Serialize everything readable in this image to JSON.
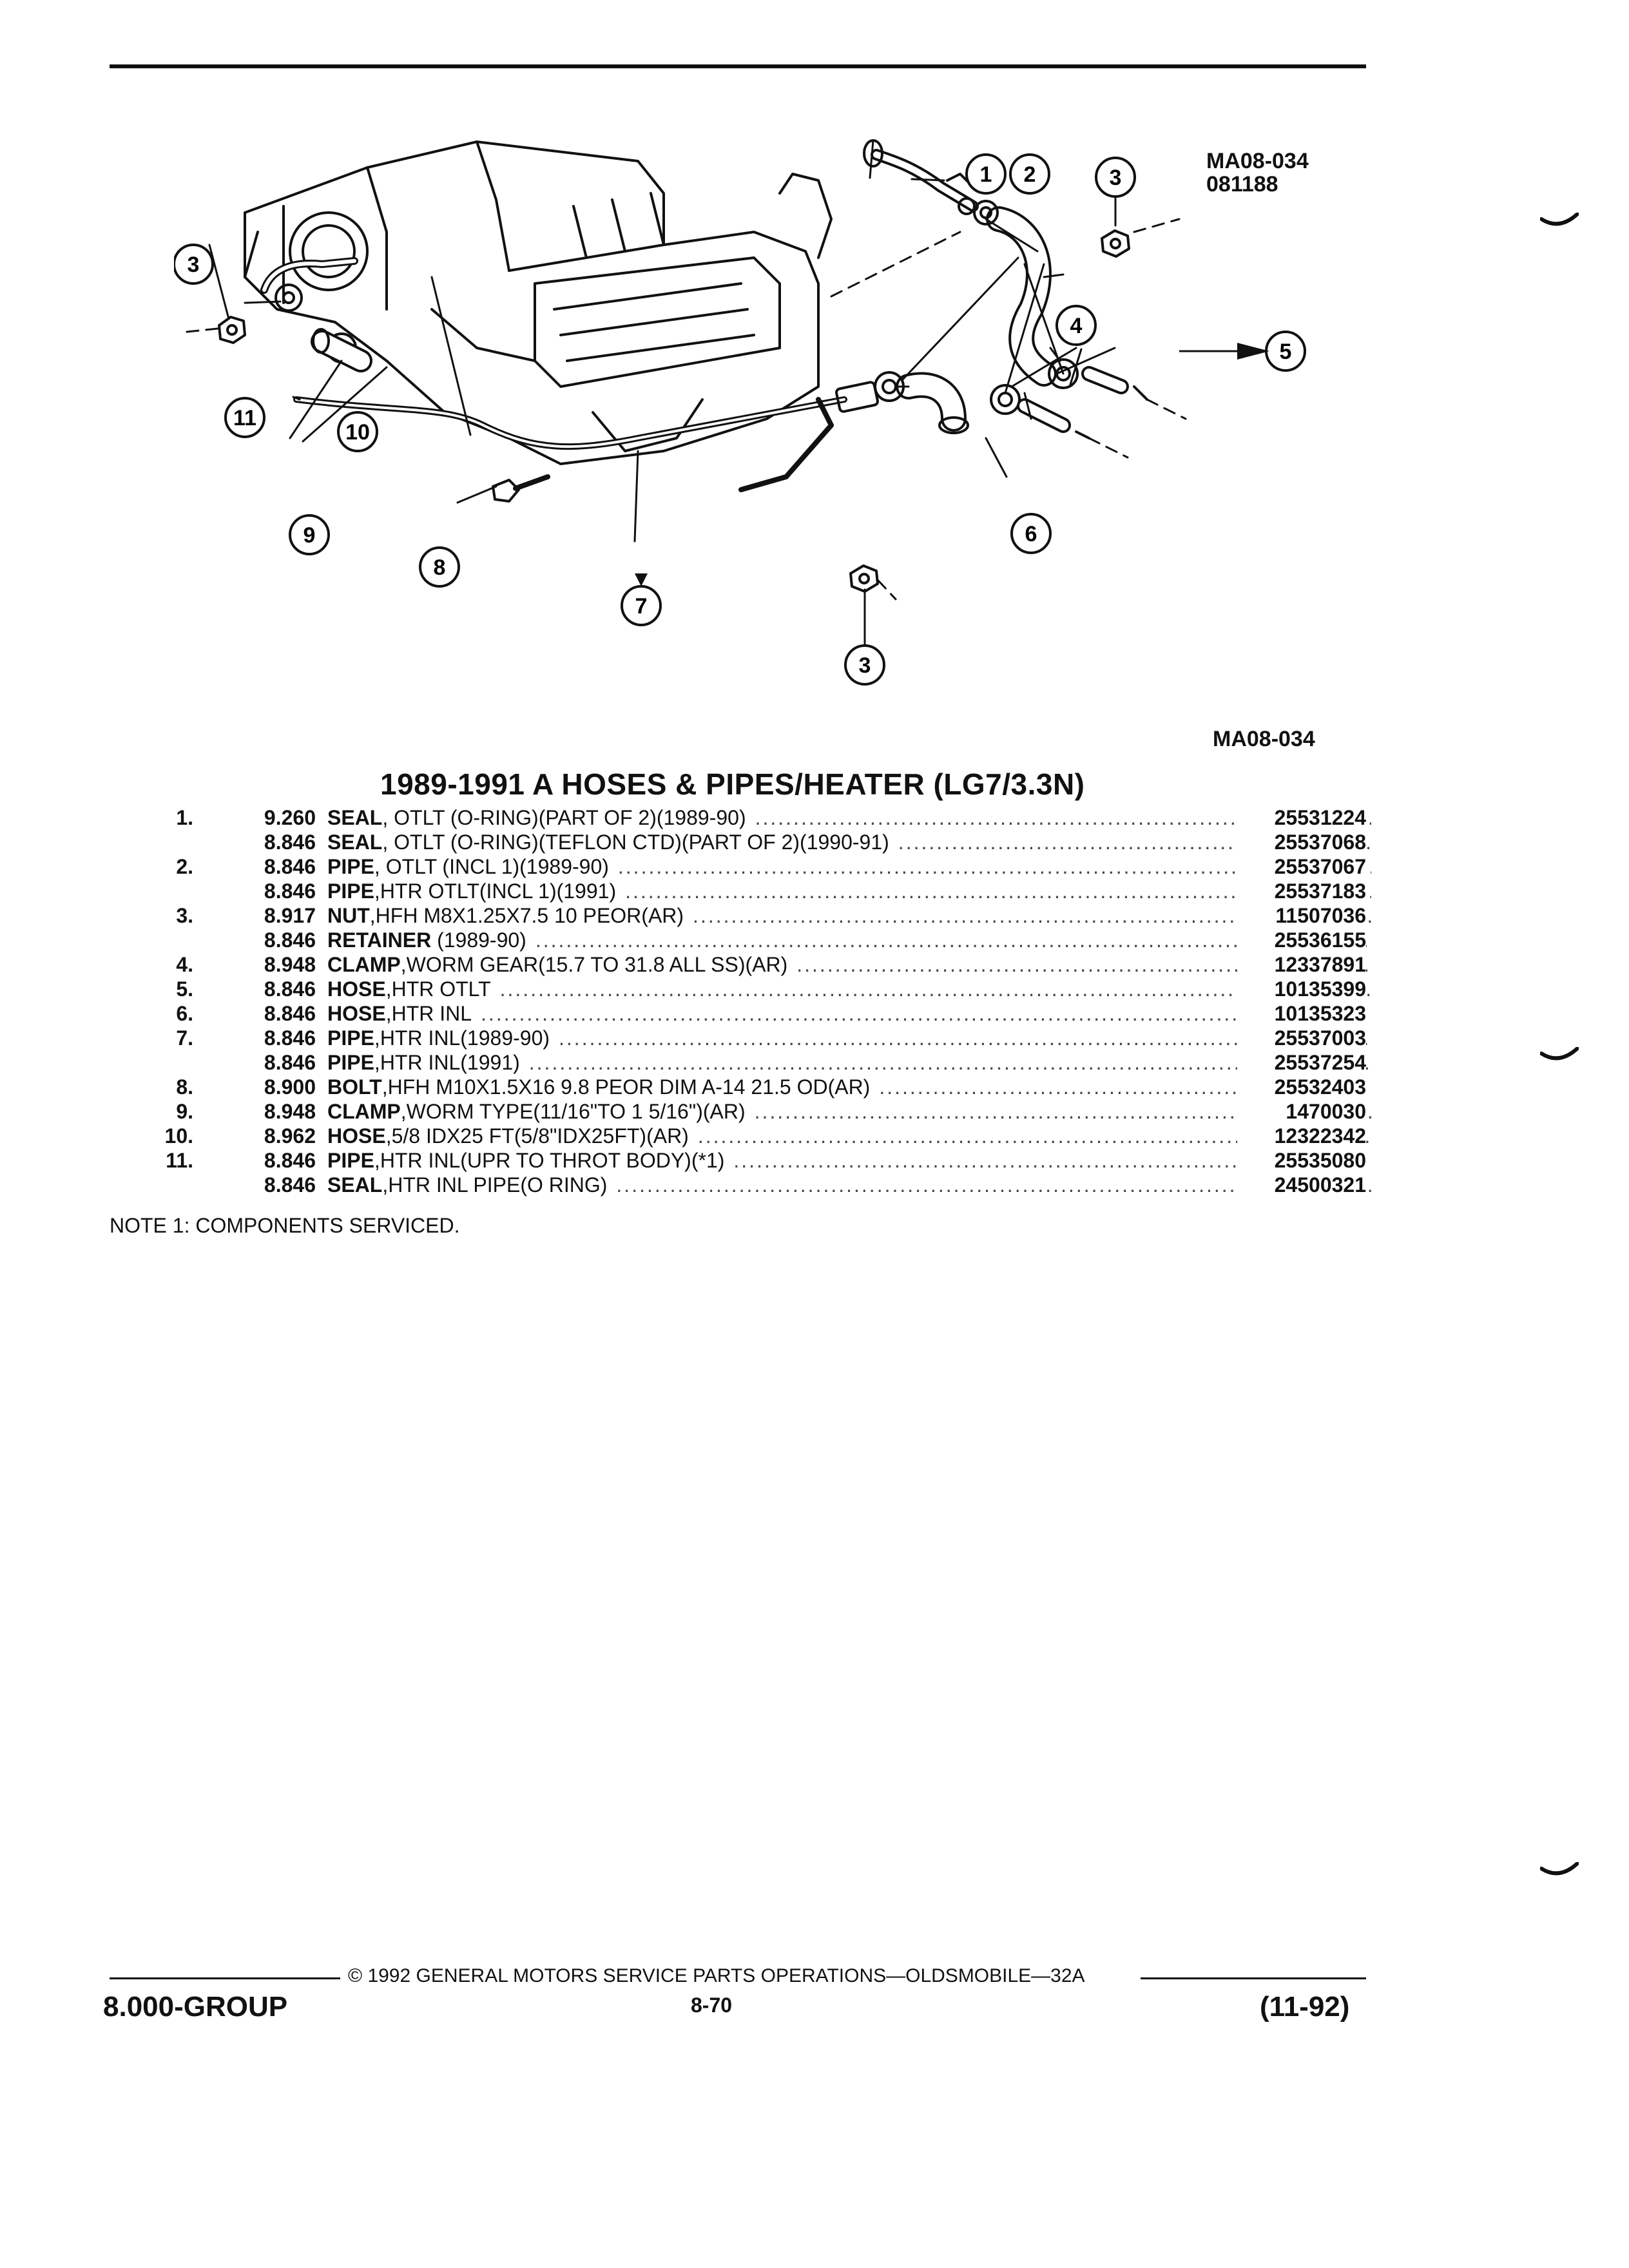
{
  "figure": {
    "code_top_line1": "MA08-034",
    "code_top_line2": "081188",
    "code_bottom": "MA08-034",
    "callouts": [
      "1",
      "2",
      "3",
      "3",
      "3",
      "4",
      "5",
      "6",
      "7",
      "8",
      "9",
      "10",
      "11"
    ]
  },
  "section_title": "1989-1991 A HOSES & PIPES/HEATER (LG7/3.3N)",
  "parts": [
    {
      "num": "1.",
      "code": "9.260",
      "name": "SEAL",
      "detail": ", OTLT (O-RING)(PART OF 2)(1989-90)",
      "part_no": "25531224"
    },
    {
      "num": "",
      "code": "8.846",
      "name": "SEAL",
      "detail": ", OTLT (O-RING)(TEFLON CTD)(PART OF 2)(1990-91)",
      "part_no": "25537068"
    },
    {
      "num": "2.",
      "code": "8.846",
      "name": "PIPE",
      "detail": ", OTLT (INCL 1)(1989-90)",
      "part_no": "25537067"
    },
    {
      "num": "",
      "code": "8.846",
      "name": "PIPE",
      "detail": ",HTR OTLT(INCL 1)(1991)",
      "part_no": "25537183"
    },
    {
      "num": "3.",
      "code": "8.917",
      "name": "NUT",
      "detail": ",HFH M8X1.25X7.5 10 PEOR(AR)",
      "part_no": "11507036"
    },
    {
      "num": "",
      "code": "8.846",
      "name": "RETAINER",
      "detail": "(1989-90)",
      "part_no": "25536155"
    },
    {
      "num": "4.",
      "code": "8.948",
      "name": "CLAMP",
      "detail": ",WORM GEAR(15.7 TO 31.8 ALL SS)(AR)",
      "part_no": "12337891"
    },
    {
      "num": "5.",
      "code": "8.846",
      "name": "HOSE",
      "detail": ",HTR OTLT",
      "part_no": "10135399"
    },
    {
      "num": "6.",
      "code": "8.846",
      "name": "HOSE",
      "detail": ",HTR INL",
      "part_no": "10135323"
    },
    {
      "num": "7.",
      "code": "8.846",
      "name": "PIPE",
      "detail": ",HTR INL(1989-90)",
      "part_no": "25537003"
    },
    {
      "num": "",
      "code": "8.846",
      "name": "PIPE",
      "detail": ",HTR INL(1991)",
      "part_no": "25537254"
    },
    {
      "num": "8.",
      "code": "8.900",
      "name": "BOLT",
      "detail": ",HFH M10X1.5X16 9.8 PEOR DIM A-14 21.5 OD(AR)",
      "part_no": "25532403"
    },
    {
      "num": "9.",
      "code": "8.948",
      "name": "CLAMP",
      "detail": ",WORM TYPE(11/16\"TO 1 5/16\")(AR)",
      "part_no": "1470030"
    },
    {
      "num": "10.",
      "code": "8.962",
      "name": "HOSE",
      "detail": ",5/8 IDX25 FT(5/8\"IDX25FT)(AR)",
      "part_no": "12322342"
    },
    {
      "num": "11.",
      "code": "8.846",
      "name": "PIPE",
      "detail": ",HTR INL(UPR TO THROT BODY)(*1)",
      "part_no": "25535080"
    },
    {
      "num": "",
      "code": "8.846",
      "name": "SEAL",
      "detail": ",HTR INL PIPE(O RING)",
      "part_no": "24500321"
    }
  ],
  "note": "NOTE  1:  COMPONENTS SERVICED.",
  "footer": {
    "copyright": "© 1992 GENERAL MOTORS SERVICE PARTS OPERATIONS—OLDSMOBILE—32A",
    "group": "8.000-GROUP",
    "page": "8-70",
    "revision": "(11-92)"
  }
}
